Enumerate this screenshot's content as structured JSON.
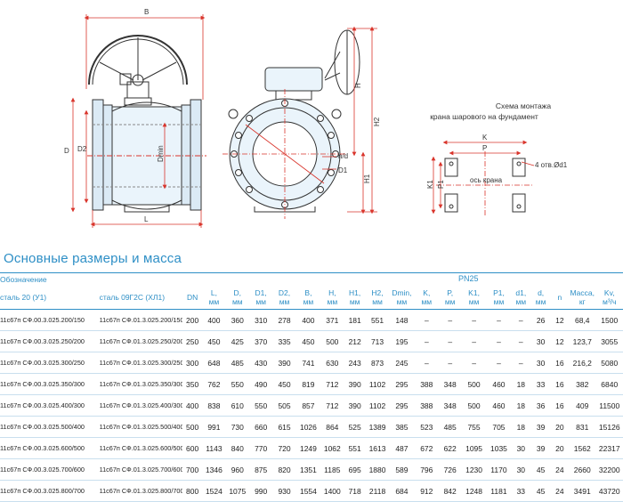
{
  "drawing": {
    "dim_labels": {
      "B": "B",
      "D": "D",
      "D2": "D2",
      "Dmin": "Dmin",
      "L": "L",
      "H": "H",
      "H1": "H1",
      "H2": "H2",
      "nd": "n/d",
      "D1": "D1",
      "K": "K",
      "P": "P",
      "K1": "K1",
      "P1": "P1",
      "n_d1": "4 отв.Ød1",
      "axis": "ось крана"
    },
    "install_title_line1": "Схема монтажа",
    "install_title_line2": "крана шарового на фундамент"
  },
  "section_title": "Основные размеры и масса",
  "table": {
    "designation_header": "Обозначение",
    "pn_header": "PN25",
    "steel1_header": "сталь 20 (У1)",
    "steel2_header": "сталь 09Г2С (ХЛ1)",
    "columns": [
      {
        "l1": "DN",
        "l2": ""
      },
      {
        "l1": "L,",
        "l2": "мм"
      },
      {
        "l1": "D,",
        "l2": "мм"
      },
      {
        "l1": "D1,",
        "l2": "мм"
      },
      {
        "l1": "D2,",
        "l2": "мм"
      },
      {
        "l1": "B,",
        "l2": "мм"
      },
      {
        "l1": "H,",
        "l2": "мм"
      },
      {
        "l1": "H1,",
        "l2": "мм"
      },
      {
        "l1": "H2,",
        "l2": "мм"
      },
      {
        "l1": "Dmin,",
        "l2": "мм"
      },
      {
        "l1": "K,",
        "l2": "мм"
      },
      {
        "l1": "P,",
        "l2": "мм"
      },
      {
        "l1": "K1,",
        "l2": "мм"
      },
      {
        "l1": "P1,",
        "l2": "мм"
      },
      {
        "l1": "d1,",
        "l2": "мм"
      },
      {
        "l1": "d,",
        "l2": "мм"
      },
      {
        "l1": "n",
        "l2": ""
      },
      {
        "l1": "Масса,",
        "l2": "кг"
      },
      {
        "l1": "Kv,",
        "l2": "м³/ч"
      }
    ],
    "rows": [
      [
        "11с67п СФ.00.3.025.200/150",
        "11с67п СФ.01.3.025.200/150",
        "200",
        "400",
        "360",
        "310",
        "278",
        "400",
        "371",
        "181",
        "551",
        "148",
        "–",
        "–",
        "–",
        "–",
        "–",
        "26",
        "12",
        "68,4",
        "1500"
      ],
      [
        "11с67п СФ.00.3.025.250/200",
        "11с67п СФ.01.3.025.250/200",
        "250",
        "450",
        "425",
        "370",
        "335",
        "450",
        "500",
        "212",
        "713",
        "195",
        "–",
        "–",
        "–",
        "–",
        "–",
        "30",
        "12",
        "123,7",
        "3055"
      ],
      [
        "11с67п СФ.00.3.025.300/250",
        "11с67п СФ.01.3.025.300/250",
        "300",
        "648",
        "485",
        "430",
        "390",
        "741",
        "630",
        "243",
        "873",
        "245",
        "–",
        "–",
        "–",
        "–",
        "–",
        "30",
        "16",
        "216,2",
        "5080"
      ],
      [
        "11с67п СФ.00.3.025.350/300",
        "11с67п СФ.01.3.025.350/300",
        "350",
        "762",
        "550",
        "490",
        "450",
        "819",
        "712",
        "390",
        "1102",
        "295",
        "388",
        "348",
        "500",
        "460",
        "18",
        "33",
        "16",
        "382",
        "6840"
      ],
      [
        "11с67п СФ.00.3.025.400/300",
        "11с67п СФ.01.3.025.400/300",
        "400",
        "838",
        "610",
        "550",
        "505",
        "857",
        "712",
        "390",
        "1102",
        "295",
        "388",
        "348",
        "500",
        "460",
        "18",
        "36",
        "16",
        "409",
        "11500"
      ],
      [
        "11с67п СФ.00.3.025.500/400",
        "11с67п СФ.01.3.025.500/400",
        "500",
        "991",
        "730",
        "660",
        "615",
        "1026",
        "864",
        "525",
        "1389",
        "385",
        "523",
        "485",
        "755",
        "705",
        "18",
        "39",
        "20",
        "831",
        "15126"
      ],
      [
        "11с67п СФ.00.3.025.600/500",
        "11с67п СФ.01.3.025.600/500",
        "600",
        "1143",
        "840",
        "770",
        "720",
        "1249",
        "1062",
        "551",
        "1613",
        "487",
        "672",
        "622",
        "1095",
        "1035",
        "30",
        "39",
        "20",
        "1562",
        "22317"
      ],
      [
        "11с67п СФ.00.3.025.700/600",
        "11с67п СФ.01.3.025.700/600",
        "700",
        "1346",
        "960",
        "875",
        "820",
        "1351",
        "1185",
        "695",
        "1880",
        "589",
        "796",
        "726",
        "1230",
        "1170",
        "30",
        "45",
        "24",
        "2660",
        "32200"
      ],
      [
        "11с67п СФ.00.3.025.800/700",
        "11с67п СФ.01.3.025.800/700",
        "800",
        "1524",
        "1075",
        "990",
        "930",
        "1554",
        "1400",
        "718",
        "2118",
        "684",
        "912",
        "842",
        "1248",
        "1181",
        "33",
        "45",
        "24",
        "3491",
        "43720"
      ]
    ]
  },
  "colors": {
    "accent": "#2e8fc6",
    "line": "#3a3a3a",
    "red": "#d9342b"
  }
}
